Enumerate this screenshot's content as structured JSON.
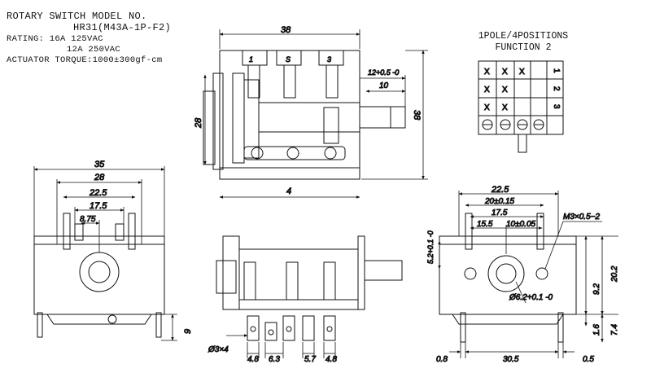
{
  "spec": {
    "title_line1": "ROTARY SWITCH MODEL NO.",
    "title_line2": "HR31(M43A-1P-F2)",
    "rating_line1": "RATING: 16A 125VAC",
    "rating_line2": "12A 250VAC",
    "torque": "ACTUATOR TORQUE:1000±300gf-cm"
  },
  "function": {
    "title_line1": "1POLE/4POSITIONS",
    "title_line2": "FUNCTION 2",
    "grid": [
      [
        "X",
        "X",
        "X",
        "1"
      ],
      [
        "X",
        "X",
        "",
        "2"
      ],
      [
        "X",
        "X",
        "",
        "3"
      ]
    ]
  },
  "terminals": {
    "t1": "1",
    "t2": "S",
    "t3": "3"
  },
  "dims": {
    "top_width": "38",
    "top_height_left": "28",
    "top_height_right": "38",
    "shaft_tol": "12+0.5 -0",
    "shaft_len": "10",
    "top_4": "4",
    "left_35": "35",
    "left_28": "28",
    "left_22_5": "22.5",
    "left_17_5": "17.5",
    "left_8_75": "8.75",
    "left_9": "9",
    "bottom_hole": "Ø3×4",
    "bottom_4_8a": "4.8",
    "bottom_6_3": "6.3",
    "bottom_5_7": "5.7",
    "bottom_4_8b": "4.8",
    "right_22_5": "22.5",
    "right_20": "20±0.15",
    "right_17_5": "17.5",
    "right_15_5": "15.5",
    "right_10": "10±0.05",
    "right_m3": "M3×0.5−2",
    "right_5_2": "5.2+0.1 -0",
    "right_20_2": "20.2",
    "right_9_2": "9.2",
    "right_phi": "Ø6.2+0.1 -0",
    "right_1_6": "1.6",
    "right_7_4": "7.4",
    "right_0_8": "0.8",
    "right_30_5": "30.5",
    "right_0_5": "0.5"
  }
}
